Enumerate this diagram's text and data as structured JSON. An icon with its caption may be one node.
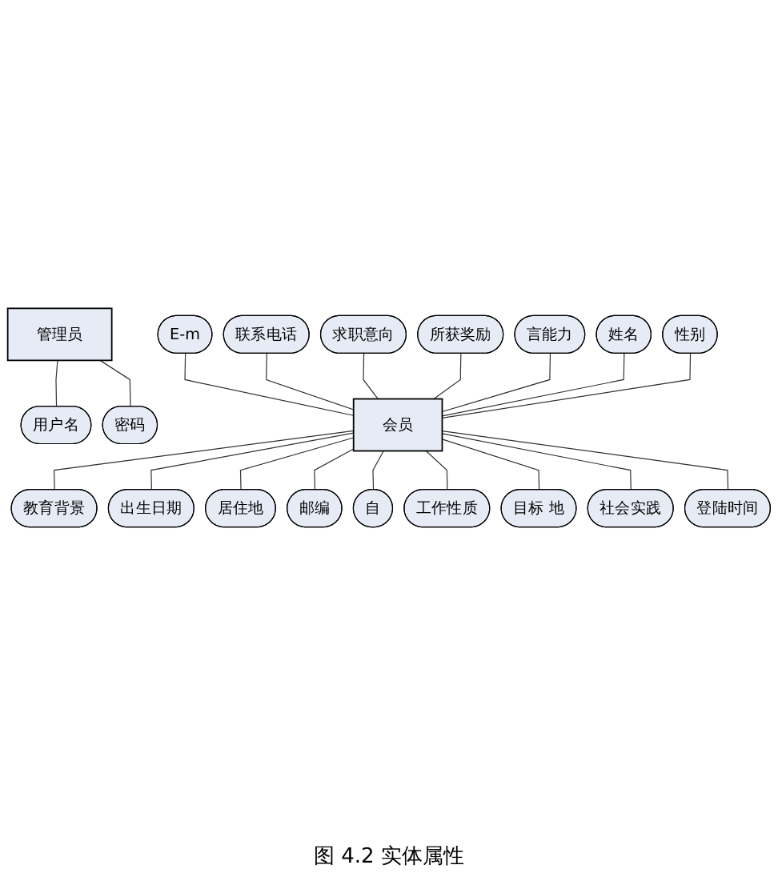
{
  "diagram": {
    "caption": "图 4.2 实体属性",
    "nodes": [
      {
        "text": [
          "管理员"
        ]
      },
      {
        "text": [
          "用户名"
        ]
      },
      {
        "text": [
          "密码"
        ]
      },
      {
        "text": [
          "求职意向"
        ]
      },
      {
        "text": [
          "联系电话"
        ]
      },
      {
        "text": [
          "所获奖励"
        ]
      },
      {
        "text": [
          "E-m"
        ]
      },
      {
        "text": [
          "言能力"
        ]
      },
      {
        "text": [
          "姓名"
        ]
      },
      {
        "text": [
          "性别"
        ]
      },
      {
        "text": [
          "会员"
        ]
      },
      {
        "text": [
          "教育背景"
        ]
      },
      {
        "text": [
          "登陆时间"
        ]
      },
      {
        "text": [
          "社会实践"
        ]
      },
      {
        "text": [
          "出生日期"
        ]
      },
      {
        "text": [
          "目标 地"
        ]
      },
      {
        "text": [
          "居住地"
        ]
      },
      {
        "text": [
          "工作性质"
        ]
      },
      {
        "text": [
          "邮编"
        ]
      },
      {
        "text": [
          "自"
        ]
      }
    ],
    "edges": [
      {
        "from": 0,
        "to": 1,
        "arrow": "none"
      },
      {
        "from": 0,
        "to": 2,
        "arrow": "none"
      },
      {
        "from": 6,
        "to": 10,
        "arrow": "none"
      },
      {
        "from": 4,
        "to": 10,
        "arrow": "none"
      },
      {
        "from": 3,
        "to": 10,
        "arrow": "none"
      },
      {
        "from": 5,
        "to": 10,
        "arrow": "none"
      },
      {
        "from": 7,
        "to": 10,
        "arrow": "none"
      },
      {
        "from": 8,
        "to": 10,
        "arrow": "none"
      },
      {
        "from": 9,
        "to": 10,
        "arrow": "none"
      },
      {
        "from": 10,
        "to": 11,
        "arrow": "none"
      },
      {
        "from": 10,
        "to": 14,
        "arrow": "none"
      },
      {
        "from": 10,
        "to": 16,
        "arrow": "none"
      },
      {
        "from": 10,
        "to": 18,
        "arrow": "none"
      },
      {
        "from": 10,
        "to": 19,
        "arrow": "none"
      },
      {
        "from": 10,
        "to": 17,
        "arrow": "none"
      },
      {
        "from": 10,
        "to": 15,
        "arrow": "none"
      },
      {
        "from": 10,
        "to": 13,
        "arrow": "none"
      },
      {
        "from": 10,
        "to": 12,
        "arrow": "none"
      }
    ]
  }
}
